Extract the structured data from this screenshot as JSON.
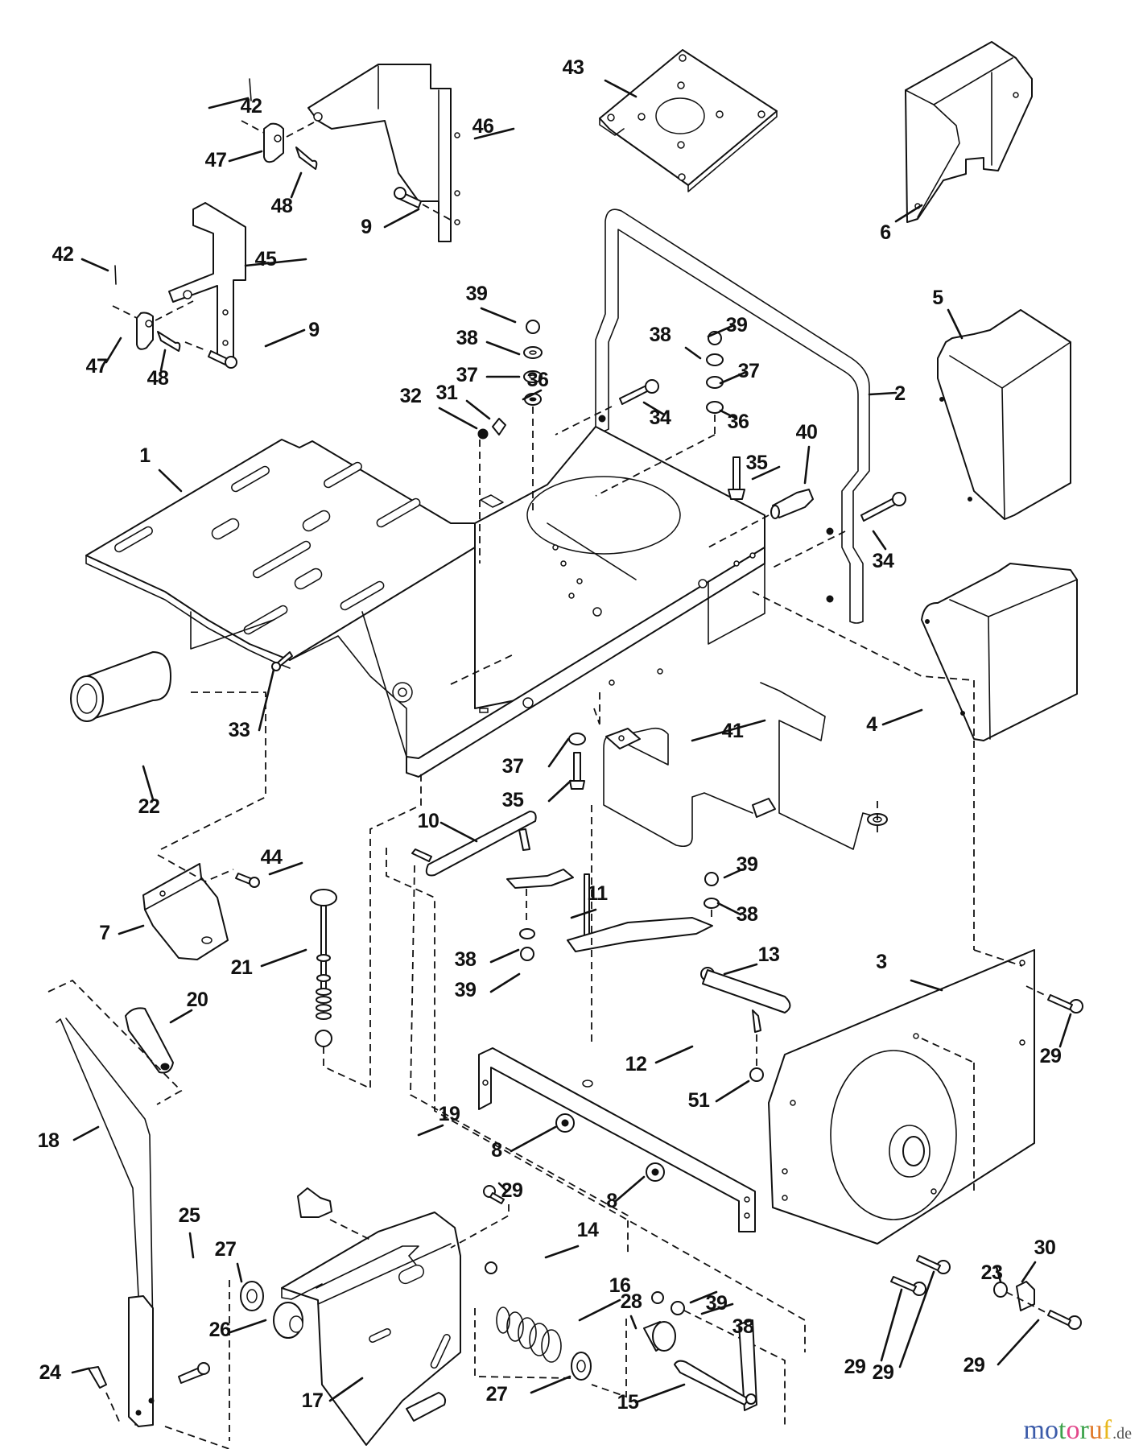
{
  "diagram": {
    "title": "Exploded parts diagram - snow thrower frame, handle, covers and control linkage",
    "parts": [
      {
        "id": "p1",
        "label": "1",
        "name": "frame-deck-plate"
      },
      {
        "id": "p2",
        "label": "2",
        "name": "handle-bar"
      },
      {
        "id": "p3",
        "label": "3",
        "name": "side-plate-cover"
      },
      {
        "id": "p4",
        "label": "4",
        "name": "lower-cover"
      },
      {
        "id": "p5",
        "label": "5",
        "name": "upper-cover"
      },
      {
        "id": "p6",
        "label": "6",
        "name": "belt-cover"
      },
      {
        "id": "p7",
        "label": "7",
        "name": "bracket"
      },
      {
        "id": "p8a",
        "label": "8",
        "name": "nut"
      },
      {
        "id": "p8b",
        "label": "8",
        "name": "nut"
      },
      {
        "id": "p9a",
        "label": "9",
        "name": "screw"
      },
      {
        "id": "p9b",
        "label": "9",
        "name": "screw"
      },
      {
        "id": "p10",
        "label": "10",
        "name": "shaft"
      },
      {
        "id": "p11",
        "label": "11",
        "name": "link-arm"
      },
      {
        "id": "p12",
        "label": "12",
        "name": "cross-bar"
      },
      {
        "id": "p13",
        "label": "13",
        "name": "rod-end"
      },
      {
        "id": "p14",
        "label": "14",
        "name": "nut"
      },
      {
        "id": "p15",
        "label": "15",
        "name": "pivot-bracket"
      },
      {
        "id": "p16",
        "label": "16",
        "name": "spring"
      },
      {
        "id": "p17",
        "label": "17",
        "name": "shift-plate"
      },
      {
        "id": "p18",
        "label": "18",
        "name": "shift-lever"
      },
      {
        "id": "p19",
        "label": "19",
        "name": "clip"
      },
      {
        "id": "p20",
        "label": "20",
        "name": "grip"
      },
      {
        "id": "p21",
        "label": "21",
        "name": "cable-rod"
      },
      {
        "id": "p22",
        "label": "22",
        "name": "bushing-sleeve"
      },
      {
        "id": "p23",
        "label": "23",
        "name": "washer"
      },
      {
        "id": "p24",
        "label": "24",
        "name": "cotter-pin"
      },
      {
        "id": "p25",
        "label": "25",
        "name": "pin"
      },
      {
        "id": "p26",
        "label": "26",
        "name": "bushing"
      },
      {
        "id": "p27a",
        "label": "27",
        "name": "washer"
      },
      {
        "id": "p27b",
        "label": "27",
        "name": "washer"
      },
      {
        "id": "p28",
        "label": "28",
        "name": "bushing"
      },
      {
        "id": "p29a",
        "label": "29",
        "name": "screw"
      },
      {
        "id": "p29b",
        "label": "29",
        "name": "screw"
      },
      {
        "id": "p29c",
        "label": "29",
        "name": "screw"
      },
      {
        "id": "p29d",
        "label": "29",
        "name": "screw"
      },
      {
        "id": "p29e",
        "label": "29",
        "name": "screw"
      },
      {
        "id": "p30",
        "label": "30",
        "name": "cable-clamp"
      },
      {
        "id": "p31",
        "label": "31",
        "name": "wing-nut"
      },
      {
        "id": "p32",
        "label": "32",
        "name": "grommet"
      },
      {
        "id": "p33",
        "label": "33",
        "name": "screw"
      },
      {
        "id": "p34a",
        "label": "34",
        "name": "bolt"
      },
      {
        "id": "p34b",
        "label": "34",
        "name": "bolt"
      },
      {
        "id": "p35a",
        "label": "35",
        "name": "bolt"
      },
      {
        "id": "p35b",
        "label": "35",
        "name": "bolt"
      },
      {
        "id": "p36a",
        "label": "36",
        "name": "grommet"
      },
      {
        "id": "p36b",
        "label": "36",
        "name": "grommet"
      },
      {
        "id": "p37a",
        "label": "37",
        "name": "washer"
      },
      {
        "id": "p37b",
        "label": "37",
        "name": "washer"
      },
      {
        "id": "p37c",
        "label": "37",
        "name": "washer"
      },
      {
        "id": "p38a",
        "label": "38",
        "name": "lock-washer"
      },
      {
        "id": "p38b",
        "label": "38",
        "name": "lock-washer"
      },
      {
        "id": "p38c",
        "label": "38",
        "name": "lock-washer"
      },
      {
        "id": "p38d",
        "label": "38",
        "name": "lock-washer"
      },
      {
        "id": "p38e",
        "label": "38",
        "name": "lock-washer"
      },
      {
        "id": "p39a",
        "label": "39",
        "name": "nut"
      },
      {
        "id": "p39b",
        "label": "39",
        "name": "nut"
      },
      {
        "id": "p39c",
        "label": "39",
        "name": "nut"
      },
      {
        "id": "p39d",
        "label": "39",
        "name": "nut"
      },
      {
        "id": "p39e",
        "label": "39",
        "name": "nut"
      },
      {
        "id": "p40",
        "label": "40",
        "name": "fitting"
      },
      {
        "id": "p41",
        "label": "41",
        "name": "wire-rod"
      },
      {
        "id": "p42a",
        "label": "42",
        "name": "cotter-pin"
      },
      {
        "id": "p42b",
        "label": "42",
        "name": "cotter-pin"
      },
      {
        "id": "p43",
        "label": "43",
        "name": "mounting-plate"
      },
      {
        "id": "p44",
        "label": "44",
        "name": "screw"
      },
      {
        "id": "p45",
        "label": "45",
        "name": "bracket"
      },
      {
        "id": "p46",
        "label": "46",
        "name": "bracket"
      },
      {
        "id": "p47a",
        "label": "47",
        "name": "clevis"
      },
      {
        "id": "p47b",
        "label": "47",
        "name": "clevis"
      },
      {
        "id": "p48a",
        "label": "48",
        "name": "clevis-pin"
      },
      {
        "id": "p48b",
        "label": "48",
        "name": "clevis-pin"
      },
      {
        "id": "p51",
        "label": "51",
        "name": "nut"
      }
    ]
  },
  "watermark": {
    "letters": [
      {
        "ch": "m",
        "color": "#3b5ba9"
      },
      {
        "ch": "o",
        "color": "#3b5ba9"
      },
      {
        "ch": "t",
        "color": "#3ba24a"
      },
      {
        "ch": "o",
        "color": "#e2468a"
      },
      {
        "ch": "r",
        "color": "#3ba24a"
      },
      {
        "ch": "u",
        "color": "#e07a2a"
      },
      {
        "ch": "f",
        "color": "#e8b81e"
      }
    ],
    "tld": ".de"
  }
}
